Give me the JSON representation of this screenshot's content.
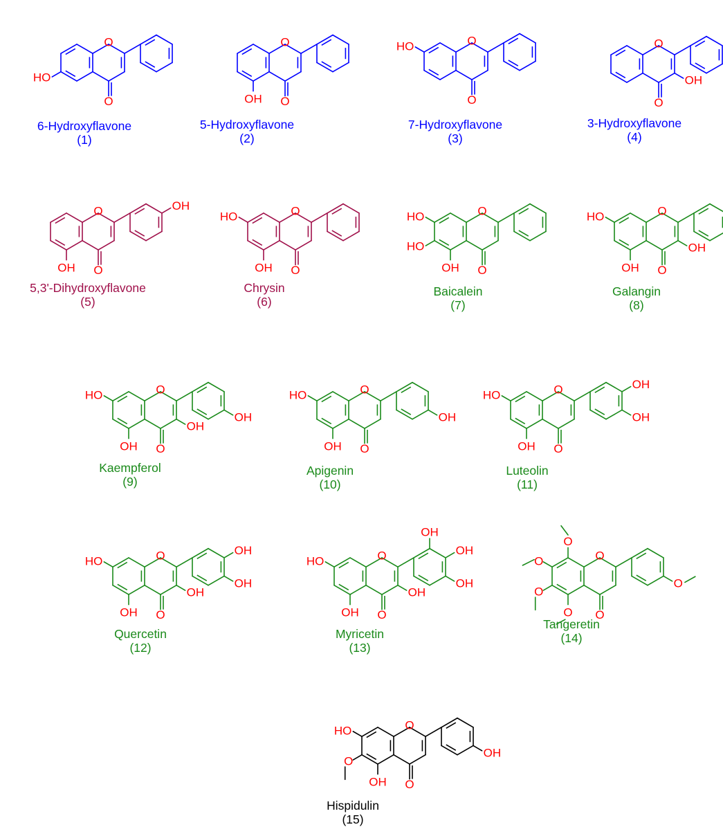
{
  "colors": {
    "blue": "#0000ff",
    "purple": "#a0104a",
    "green": "#1a8a1a",
    "black": "#000000",
    "hetero": "#ff0000"
  },
  "atoms": {
    "O": "O",
    "OH": "OH",
    "HO": "HO"
  },
  "compounds": [
    {
      "name": "6-Hydroxyflavone",
      "number": "(1)",
      "color": "blue",
      "oh5": false,
      "oh6": true,
      "oh7": false,
      "oh3": false,
      "ome": [],
      "b": []
    },
    {
      "name": "5-Hydroxyflavone",
      "number": "(2)",
      "color": "blue",
      "oh5": true,
      "oh6": false,
      "oh7": false,
      "oh3": false,
      "ome": [],
      "b": []
    },
    {
      "name": "7-Hydroxyflavone",
      "number": "(3)",
      "color": "blue",
      "oh5": false,
      "oh6": false,
      "oh7": true,
      "oh3": false,
      "ome": [],
      "b": []
    },
    {
      "name": "3-Hydroxyflavone",
      "number": "(4)",
      "color": "blue",
      "oh5": false,
      "oh6": false,
      "oh7": false,
      "oh3": true,
      "ome": [],
      "b": []
    },
    {
      "name": "5,3'-Dihydroxyflavone",
      "number": "(5)",
      "color": "purple",
      "oh5": true,
      "oh6": false,
      "oh7": false,
      "oh3": false,
      "ome": [],
      "b": [
        "3p"
      ]
    },
    {
      "name": "Chrysin",
      "number": "(6)",
      "color": "purple",
      "oh5": true,
      "oh6": false,
      "oh7": true,
      "oh3": false,
      "ome": [],
      "b": []
    },
    {
      "name": "Baicalein",
      "number": "(7)",
      "color": "green",
      "oh5": true,
      "oh6": true,
      "oh7": true,
      "oh3": false,
      "ome": [],
      "b": []
    },
    {
      "name": "Galangin",
      "number": "(8)",
      "color": "green",
      "oh5": true,
      "oh6": false,
      "oh7": true,
      "oh3": true,
      "ome": [],
      "b": []
    },
    {
      "name": "Kaempferol",
      "number": "(9)",
      "color": "green",
      "oh5": true,
      "oh6": false,
      "oh7": true,
      "oh3": true,
      "ome": [],
      "b": [
        "4p"
      ]
    },
    {
      "name": "Apigenin",
      "number": "(10)",
      "color": "green",
      "oh5": true,
      "oh6": false,
      "oh7": true,
      "oh3": false,
      "ome": [],
      "b": [
        "4p"
      ]
    },
    {
      "name": "Luteolin",
      "number": "(11)",
      "color": "green",
      "oh5": true,
      "oh6": false,
      "oh7": true,
      "oh3": false,
      "ome": [],
      "b": [
        "3p",
        "4p"
      ]
    },
    {
      "name": "Quercetin",
      "number": "(12)",
      "color": "green",
      "oh5": true,
      "oh6": false,
      "oh7": true,
      "oh3": true,
      "ome": [],
      "b": [
        "3p",
        "4p"
      ]
    },
    {
      "name": "Myricetin",
      "number": "(13)",
      "color": "green",
      "oh5": true,
      "oh6": false,
      "oh7": true,
      "oh3": true,
      "ome": [],
      "b": [
        "3p",
        "4p",
        "5p"
      ]
    },
    {
      "name": "Tangeretin",
      "number": "(14)",
      "color": "green",
      "oh5": false,
      "oh6": false,
      "oh7": false,
      "oh3": false,
      "ome": [
        "5",
        "6",
        "7",
        "8",
        "4p"
      ],
      "b": []
    },
    {
      "name": "Hispidulin",
      "number": "(15)",
      "color": "black",
      "oh5": true,
      "oh6": false,
      "oh7": true,
      "oh3": false,
      "ome": [
        "6"
      ],
      "b": [
        "4p"
      ]
    }
  ]
}
